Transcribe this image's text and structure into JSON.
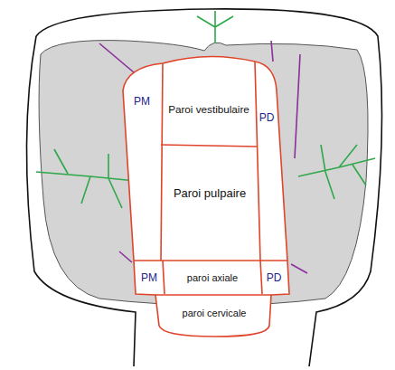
{
  "diagram": {
    "nodes": [
      {
        "text": [
          "Paroi vestibulaire"
        ]
      },
      {
        "text": [
          "Paroi pulpaire"
        ]
      },
      {
        "text": [
          "paroi axiale"
        ]
      },
      {
        "text": [
          "paroi cervicale"
        ]
      }
    ],
    "labels": [
      "PM",
      "PD",
      "PM",
      "PD"
    ]
  }
}
